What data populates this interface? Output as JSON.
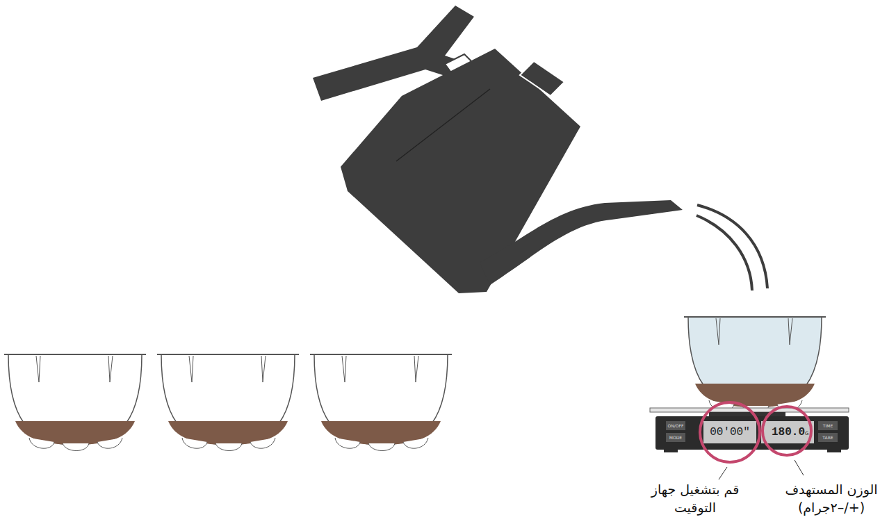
{
  "diagram": {
    "labels": [
      "ON/OFF",
      "MODE",
      "00'00\"",
      "180.0",
      "G",
      "TIME",
      "TARE",
      "قم بتشغيل جهاز التوقيت",
      "الوزن المستهدف (+/–٢جرام)"
    ]
  }
}
